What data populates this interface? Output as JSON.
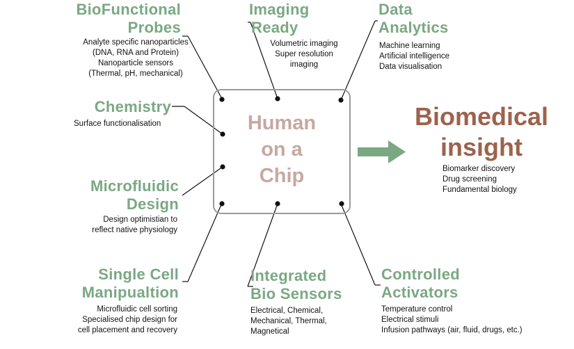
{
  "center": {
    "lines": [
      "Human",
      "on a",
      "Chip"
    ]
  },
  "insight": {
    "lines": [
      "Biomedical",
      "insight"
    ],
    "items": [
      "Biomarker discovery",
      "Drug screening",
      "Fundamental biology"
    ]
  },
  "probes": {
    "title": [
      "BioFunctional",
      "Probes"
    ],
    "items": [
      "Analyte specific nanoparticles",
      "(DNA, RNA and Protein)",
      "Nanoparticle sensors",
      "(Thermal, pH, mechanical)"
    ]
  },
  "imaging": {
    "title": [
      "Imaging",
      "Ready"
    ],
    "items": [
      "Volumetric imaging",
      "Super resolution",
      "imaging"
    ]
  },
  "analytics": {
    "title": [
      "Data",
      "Analytics"
    ],
    "items": [
      "Machine learning",
      "Artificial intelligence",
      "Data visualisation"
    ]
  },
  "chemistry": {
    "title": [
      "Chemistry"
    ],
    "items": [
      "Surface functionalisation"
    ]
  },
  "microfluidic": {
    "title": [
      "Microfluidic",
      "Design"
    ],
    "items": [
      "Design optimistian to",
      "reflect native physiology"
    ]
  },
  "singlecell": {
    "title": [
      "Single Cell",
      "Manipualtion"
    ],
    "items": [
      "Microfluidic cell sorting",
      "Specialised chip design for",
      "cell placement and recovery"
    ]
  },
  "biosensors": {
    "title": [
      "Integrated",
      "Bio Sensors"
    ],
    "items": [
      "Electrical, Chemical,",
      "Mechanical, Thermal,",
      "Magnetical"
    ]
  },
  "activators": {
    "title": [
      "Controlled",
      "Activators"
    ],
    "items": [
      "Temperature control",
      "Electrical stimuli",
      "Infusion pathways (air, fluid, drugs, etc.)"
    ]
  },
  "colors": {
    "green": "#7aa883",
    "brown": "#9d624c",
    "pink": "#c6a8a2",
    "border": "#9a9a9a"
  }
}
